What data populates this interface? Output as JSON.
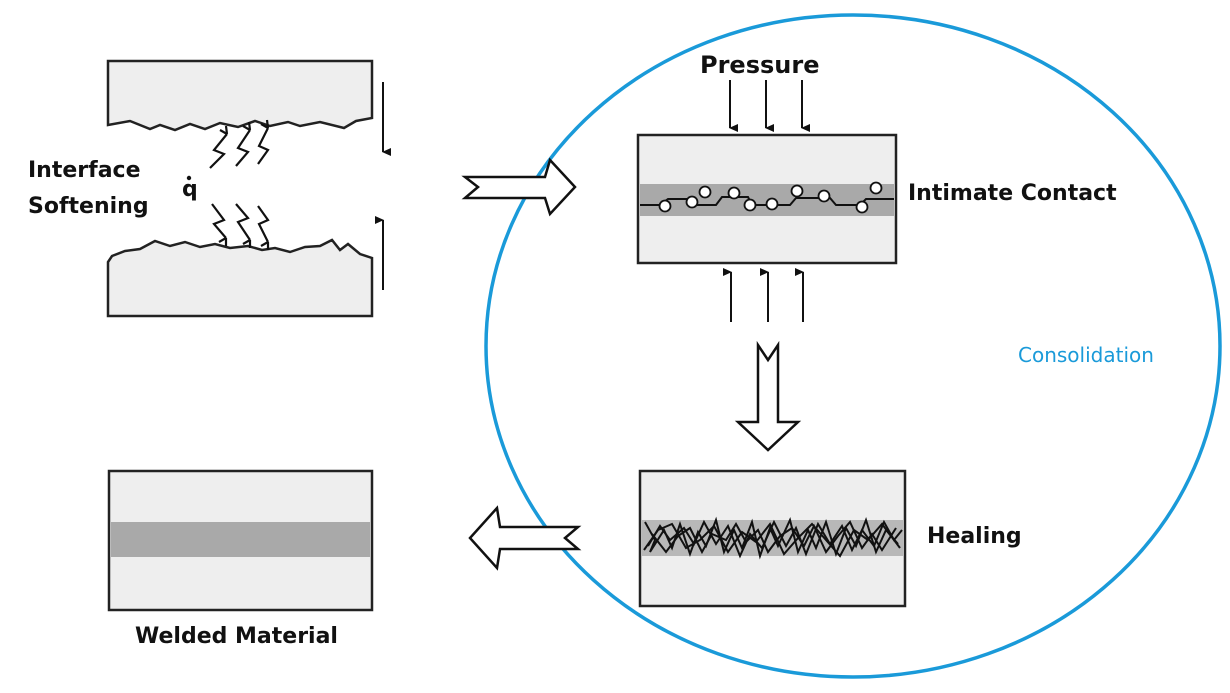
{
  "labels": {
    "interface_softening_line1": "Interface",
    "interface_softening_line2": "Softening",
    "heat_flux_symbol": "q",
    "pressure": "Pressure",
    "intimate_contact": "Intimate Contact",
    "consolidation": "Consolidation",
    "healing": "Healing",
    "welded_material": "Welded Material"
  },
  "colors": {
    "consolidation_circle": "#1a9ad9",
    "plate_fill": "#eeeeee",
    "interface_band": "#a9a9a9",
    "outline": "#222222"
  }
}
